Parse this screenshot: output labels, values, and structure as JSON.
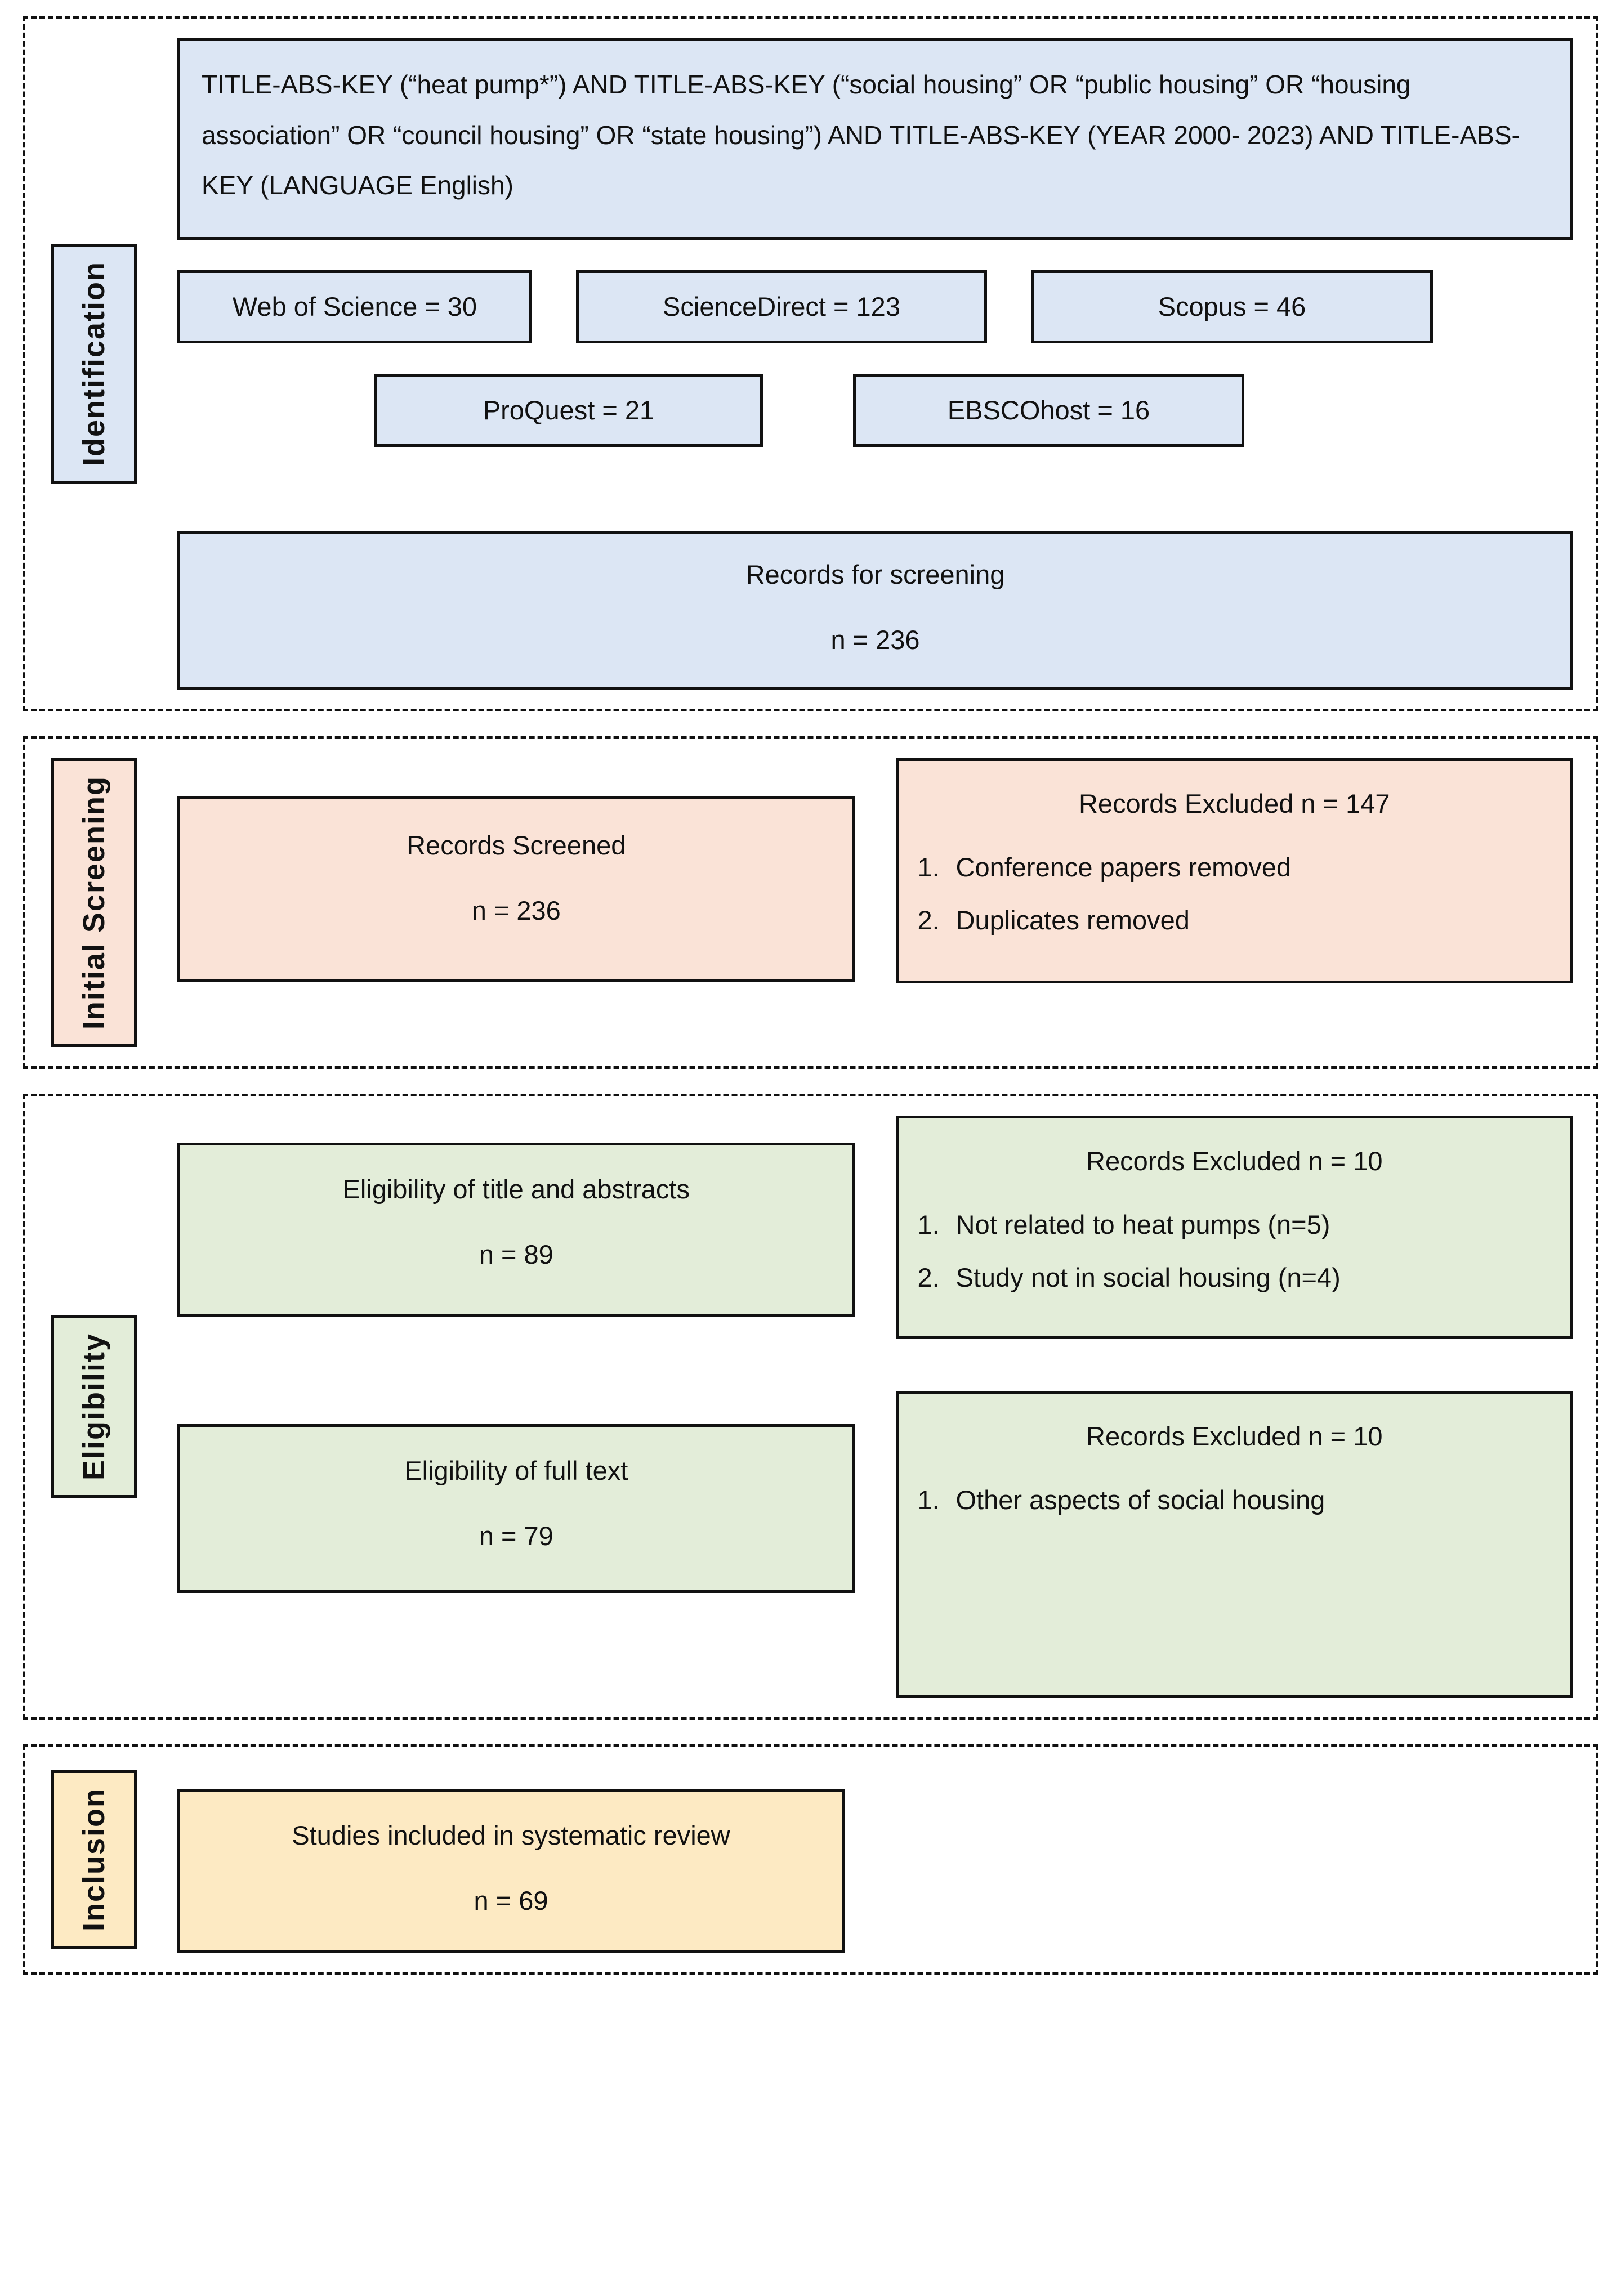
{
  "diagram": {
    "type": "prisma-flow-diagram",
    "colors": {
      "identification_fill": "#dce6f4",
      "screening_fill": "#fae3d7",
      "eligibility_fill": "#e3edd9",
      "inclusion_fill": "#fdeac3",
      "border": "#111111"
    }
  },
  "identification": {
    "stage_label": "Identification",
    "query": "TITLE-ABS-KEY (“heat pump*”) AND TITLE-ABS-KEY (“social housing” OR “public housing” OR “housing association” OR “council housing” OR “state housing”) AND TITLE-ABS-KEY (YEAR 2000- 2023) AND TITLE-ABS-KEY (LANGUAGE English)",
    "databases": [
      {
        "label": "Web of Science = 30",
        "name": "Web of Science",
        "count": 30
      },
      {
        "label": "ScienceDirect = 123",
        "name": "ScienceDirect",
        "count": 123
      },
      {
        "label": "Scopus = 46",
        "name": "Scopus",
        "count": 46
      },
      {
        "label": "ProQuest = 21",
        "name": "ProQuest",
        "count": 21
      },
      {
        "label": "EBSCOhost = 16",
        "name": "EBSCOhost",
        "count": 16
      }
    ],
    "records_for_screening": {
      "title": "Records for screening",
      "n": "n = 236"
    }
  },
  "initial_screening": {
    "stage_label": "Initial Screening",
    "records_screened": {
      "title": "Records Screened",
      "n": "n = 236"
    },
    "records_excluded": {
      "heading": "Records Excluded n = 147",
      "reasons": [
        "Conference papers removed",
        "Duplicates removed"
      ]
    }
  },
  "eligibility": {
    "stage_label": "Eligibility",
    "title_abstracts": {
      "title": "Eligibility of title and abstracts",
      "n": "n = 89"
    },
    "full_text": {
      "title": "Eligibility of full text",
      "n": "n = 79"
    },
    "excluded_1": {
      "heading": "Records Excluded n = 10",
      "reasons": [
        "Not related to heat pumps (n=5)",
        "Study not in social housing (n=4)"
      ]
    },
    "excluded_2": {
      "heading": "Records Excluded n = 10",
      "reasons": [
        "Other aspects of social housing"
      ]
    }
  },
  "inclusion": {
    "stage_label": "Inclusion",
    "included": {
      "title": "Studies included in systematic review",
      "n": "n = 69"
    }
  }
}
